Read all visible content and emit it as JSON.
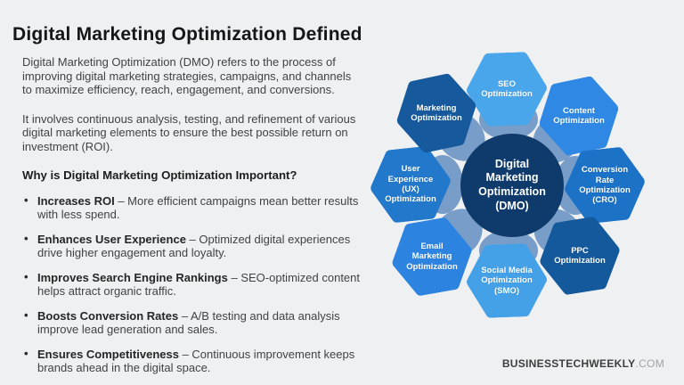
{
  "page": {
    "title": "Digital Marketing Optimization Defined",
    "background_color": "#eff0f1"
  },
  "intro": {
    "p1": "Digital Marketing Optimization (DMO) refers to the process of improving digital marketing strategies, campaigns, and channels to maximize efficiency, reach, engagement, and conversions.",
    "p2": "It involves continuous analysis, testing, and refinement of various digital marketing elements to ensure the best possible return on investment (ROI)."
  },
  "importance": {
    "heading": "Why is Digital Marketing Optimization Important?",
    "bullets": [
      {
        "title": "Increases ROI",
        "text": "– More efficient campaigns mean better results with less spend."
      },
      {
        "title": "Enhances User Experience",
        "text": "– Optimized digital experiences drive higher engagement and loyalty."
      },
      {
        "title": "Improves Search Engine Rankings",
        "text": "– SEO-optimized content helps attract organic traffic."
      },
      {
        "title": "Boosts Conversion Rates",
        "text": "– A/B testing and data analysis improve lead generation and sales."
      },
      {
        "title": "Ensures Competitiveness",
        "text": "– Continuous improvement keeps brands ahead in the digital space."
      }
    ]
  },
  "diagram": {
    "center": {
      "label": "Digital\nMarketing\nOptimization\n(DMO)",
      "color": "#0e3b6b"
    },
    "nodes": [
      {
        "id": "seo",
        "label": "SEO\nOptimization",
        "color": "#4aa6ea"
      },
      {
        "id": "content",
        "label": "Content\nOptimization",
        "color": "#2f88e4"
      },
      {
        "id": "cro",
        "label": "Conversion\nRate\nOptimization\n(CRO)",
        "color": "#1b72c6"
      },
      {
        "id": "ppc",
        "label": "PPC\nOptimization",
        "color": "#13599c"
      },
      {
        "id": "smo",
        "label": "Social Media\nOptimization\n(SMO)",
        "color": "#44a0e7"
      },
      {
        "id": "email",
        "label": "Email\nMarketing\nOptimization",
        "color": "#2d84e0"
      },
      {
        "id": "ux",
        "label": "User\nExperience\n(UX)\nOptimization",
        "color": "#2278ca"
      },
      {
        "id": "marketing",
        "label": "Marketing\nOptimization",
        "color": "#16599c"
      }
    ]
  },
  "footer": {
    "brand": "BUSINESSTECHWEEKLY",
    "domain": ".COM"
  }
}
